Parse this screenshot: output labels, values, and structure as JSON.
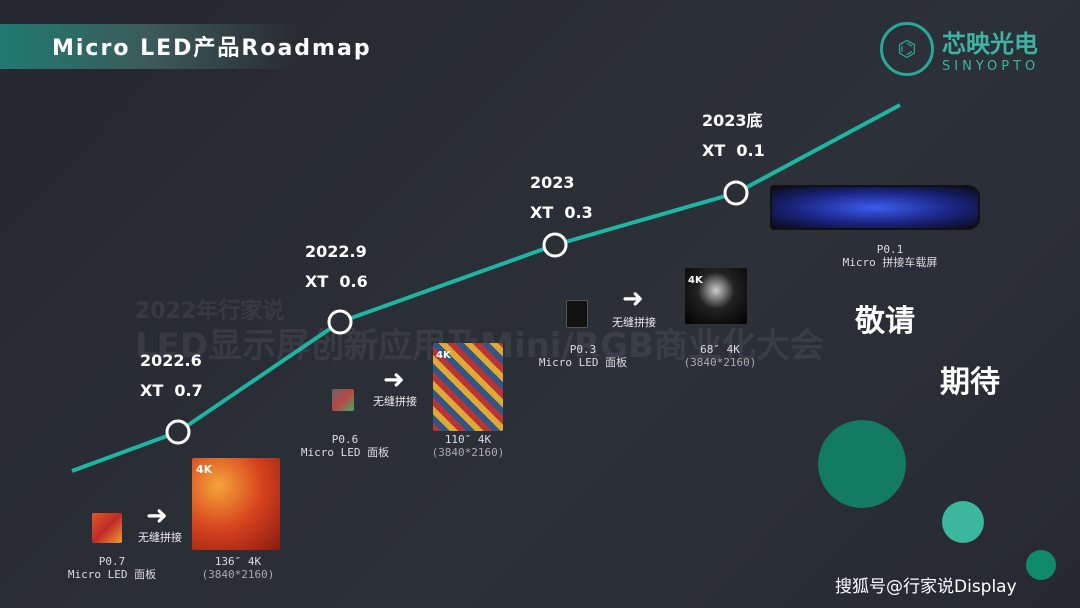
{
  "header": {
    "title": "Micro LED产品Roadmap"
  },
  "logo": {
    "cn": "芯映光电",
    "en": "SINYOPTO"
  },
  "watermark": {
    "line1": "2022年行家说",
    "line2": "LED显示屏创新应用及Mini/RGB商业化大会"
  },
  "milestones": [
    {
      "date": "2022.6",
      "model": "XT  0.7"
    },
    {
      "date": "2022.9",
      "model": "XT  0.6"
    },
    {
      "date": "2023",
      "model": "XT  0.3"
    },
    {
      "date": "2023底",
      "model": "XT  0.1"
    }
  ],
  "products": [
    {
      "pitch": "P0.7",
      "type": "Micro LED 面板",
      "seam": "无缝拼接",
      "size": "136″ 4K",
      "res": "(3840*2160)",
      "badge": "4K"
    },
    {
      "pitch": "P0.6",
      "type": "Micro LED 面板",
      "seam": "无缝拼接",
      "size": "110″ 4K",
      "res": "(3840*2160)",
      "badge": "4K"
    },
    {
      "pitch": "P0.3",
      "type": "Micro LED 面板",
      "seam": "无缝拼接",
      "size": "68″ 4K",
      "res": "(3840*2160)",
      "badge": "4K"
    },
    {
      "pitch": "P0.1",
      "type": "Micro 拼接车载屏"
    }
  ],
  "teaser": {
    "line1": "敬请",
    "line2": "期待"
  },
  "footer": {
    "credit": "搜狐号@行家说Display"
  },
  "colors": {
    "accent": "#1fb5a3",
    "line": "#1fb5a3"
  }
}
